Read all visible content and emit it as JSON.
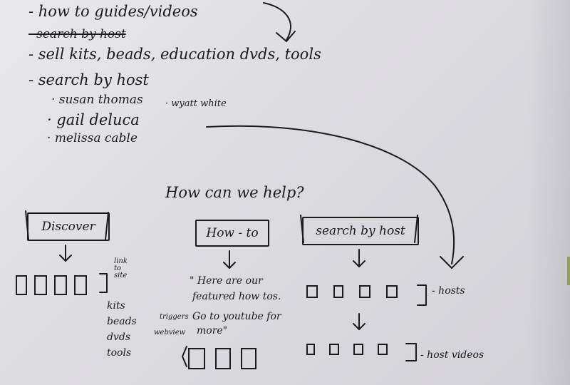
{
  "notes": {
    "line1": "- how to guides/videos",
    "line2": "- search by host",
    "line3": "- sell kits, beads, education dvds, tools",
    "line4": "- search by host",
    "hosts": [
      "susan thomas",
      "wyatt white",
      "gail deluca",
      "melissa cable"
    ]
  },
  "heading": "How can we help?",
  "buttons": {
    "discover": "Discover",
    "howto": "How - to",
    "search_host": "search by host"
  },
  "discover_col": {
    "side_note_lines": [
      "link",
      "to",
      "site"
    ],
    "items": [
      "kits",
      "beads",
      "dvds",
      "tools"
    ]
  },
  "howto_col": {
    "quote_line1": "\" Here are our",
    "quote_line2": "featured how tos.",
    "quote_line3": "Go to youtube for",
    "quote_line4": "more\"",
    "triggers_note": "triggers",
    "webview_note": "webview"
  },
  "host_col": {
    "hosts_label": "- hosts",
    "host_videos_label": "- host videos"
  }
}
